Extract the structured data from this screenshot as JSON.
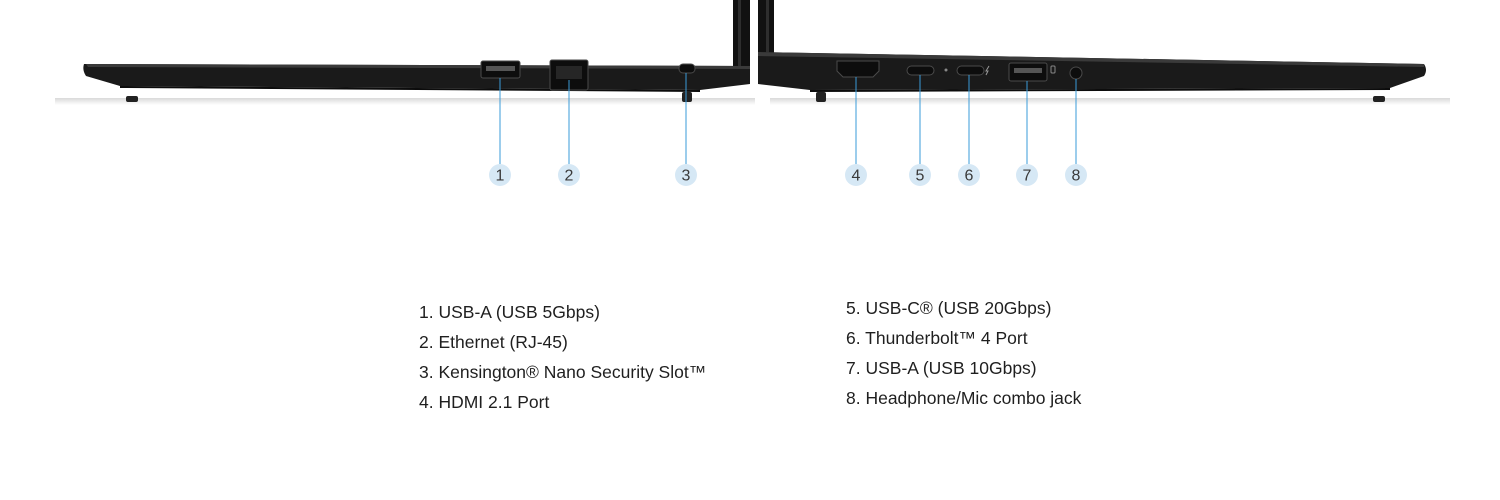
{
  "callouts": [
    "1",
    "2",
    "3",
    "4",
    "5",
    "6",
    "7",
    "8"
  ],
  "legend_left": [
    "1. USB-A (USB 5Gbps)",
    "2. Ethernet (RJ-45)",
    "3. Kensington® Nano Security Slot™",
    "4. HDMI 2.1 Port"
  ],
  "legend_right": [
    "5. USB-C® (USB 20Gbps)",
    "6. Thunderbolt™ 4 Port",
    "7. USB-A (USB 10Gbps)",
    "8. Headphone/Mic combo jack"
  ],
  "colors": {
    "laptop_body": "#1a1a1a",
    "callout_line": "#3a9bd8",
    "callout_circle": "#d6e8f5"
  },
  "icons": [
    "laptop-left-side",
    "laptop-right-side",
    "usb-a-port",
    "ethernet-port",
    "security-slot",
    "hdmi-port",
    "usb-c-port",
    "thunderbolt-port",
    "headphone-jack"
  ]
}
